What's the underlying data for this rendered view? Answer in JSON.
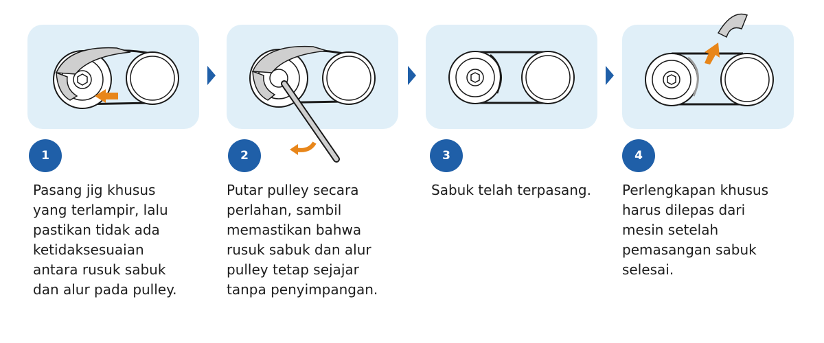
{
  "colors": {
    "panel_bg": "#e0eff8",
    "badge": "#1f5fa8",
    "arrow": "#1f5fa8",
    "accent_orange": "#e8861a",
    "line": "#1a1a1a",
    "belt_fill": "#cfcfcf"
  },
  "steps": [
    {
      "number": "1",
      "text": "Pasang jig khusus\nyang terlampir, lalu\npastikan tidak ada\nketidaksesuaian\nantara rusuk sabuk\ndan alur pada pulley.",
      "illustration": "jig-fitting"
    },
    {
      "number": "2",
      "text": "Putar pulley secara\nperlahan, sambil\nmemastikan bahwa\nrusuk sabuk dan alur\npulley tetap sejajar\ntanpa penyimpangan.",
      "illustration": "pulley-rotating"
    },
    {
      "number": "3",
      "text": "Sabuk telah terpasang.",
      "illustration": "belt-installed"
    },
    {
      "number": "4",
      "text": "Perlengkapan khusus\nharus dilepas dari\nmesin setelah\npemasangan sabuk\nselesai.",
      "illustration": "tool-removal"
    }
  ],
  "arrow_icon": "triangle-right-icon"
}
